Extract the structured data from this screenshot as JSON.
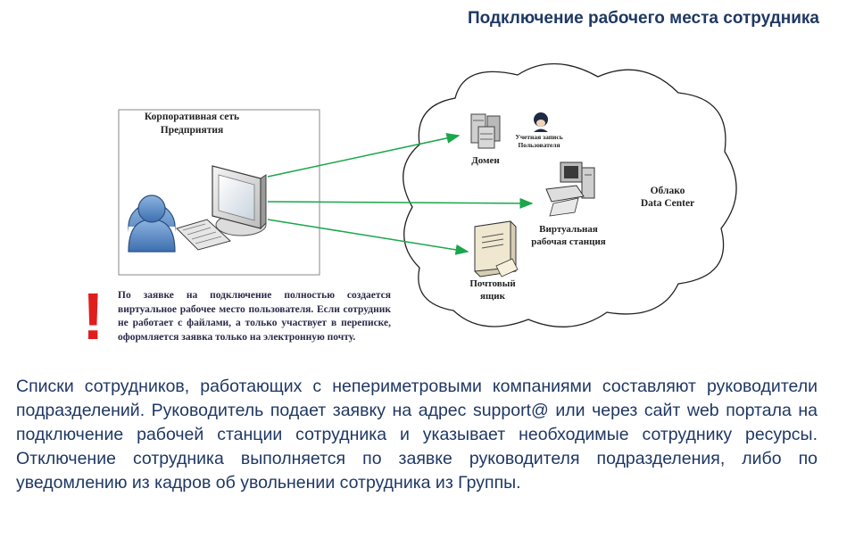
{
  "title": "Подключение рабочего места сотрудника",
  "diagram": {
    "corp_network_line1": "Корпоративная сеть",
    "corp_network_line2": "Предприятия",
    "cloud_line1": "Облако",
    "cloud_line2": "Data Center",
    "domain_label": "Домен",
    "account_line1": "Учетная запись",
    "account_line2": "Пользователя",
    "vm_line1": "Виртуальная",
    "vm_line2": "рабочая станция",
    "mail_line1": "Почтовый",
    "mail_line2": "ящик",
    "arrow_color": "#1aa64a"
  },
  "warning": {
    "mark": "!",
    "text": "По заявке на подключение полностью создается виртуальное рабочее место пользователя. Если сотрудник не работает с файлами, а только участвует в переписке, оформляется заявка только на электронную почту."
  },
  "body_text": "Списки сотрудников, работающих с непериметровыми компаниями составляют руководители подразделений. Руководитель подает заявку на адрес support@ или через сайт web портала на подключение рабочей станции сотрудника и указывает необходимые сотруднику ресурсы. Отключение сотрудника выполняется по заявке руководителя подразделения, либо по уведомлению из кадров об увольнении сотрудника из Группы."
}
